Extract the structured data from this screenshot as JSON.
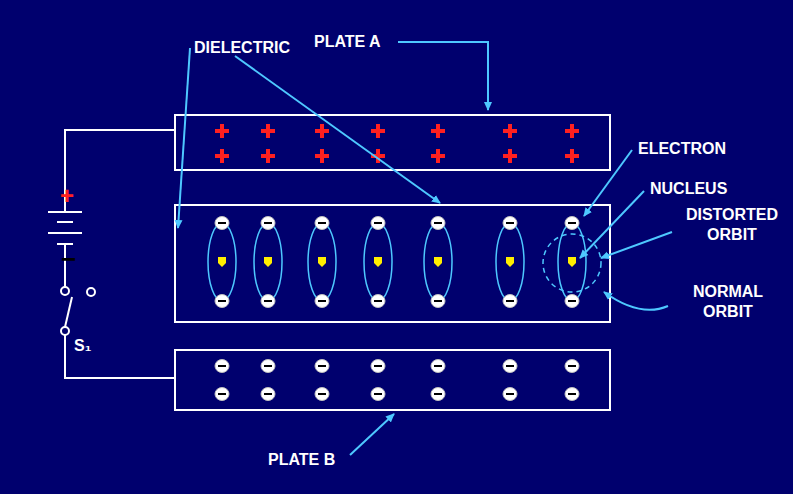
{
  "diagram": {
    "labels": [
      "PLATE A",
      "DIELECTRIC",
      "ELECTRON",
      "NUCLEUS",
      "DISTORTED ORBIT",
      "NORMAL ORBIT",
      "PLATE B",
      "+",
      "−",
      "S₁"
    ]
  }
}
